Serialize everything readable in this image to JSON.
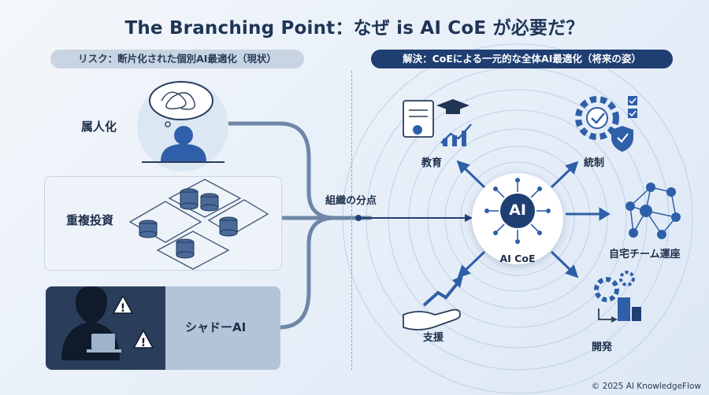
{
  "title": "The Branching Point：なぜ is AI CoE が必要だ？",
  "left": {
    "heading": "リスク：断片化された個別AI最適化（現状）",
    "items": [
      {
        "label": "属人化",
        "icon": "tangled-thoughts-person-icon"
      },
      {
        "label": "重複投資",
        "icon": "duplicated-database-blocks-icon"
      },
      {
        "label": "シャドーAI",
        "icon": "hooded-person-laptop-warning-icon"
      }
    ]
  },
  "branch_label": "組織の分点",
  "right": {
    "heading": "解決：CoEによる一元的な全体AI最適化（将来の姿）",
    "hub": {
      "label": "AI CoE",
      "badge": "AI"
    },
    "spokes": [
      {
        "label": "教育",
        "icon": "certificate-graduation-chart-icon"
      },
      {
        "label": "統制",
        "icon": "gears-shield-check-icon"
      },
      {
        "label": "自宅チーム運座",
        "icon": "star-network-icon"
      },
      {
        "label": "開発",
        "icon": "gears-building-icon"
      },
      {
        "label": "支援",
        "icon": "hand-rising-arrow-icon"
      }
    ]
  },
  "footer": "© 2025 AI KnowledgeFlow",
  "colors": {
    "navy": "#1f3f73",
    "accent": "#2f5fa8",
    "text": "#1d2f4a",
    "line": "#6f87a6",
    "warning": "#1f3556"
  }
}
